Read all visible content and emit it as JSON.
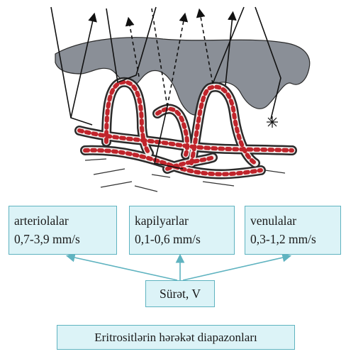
{
  "boxes": {
    "arterioles": {
      "title": "arteriolalar",
      "range": "0,7-3,9 mm/s"
    },
    "capillaries": {
      "title": "kapilyarlar",
      "range": "0,1-0,6 mm/s"
    },
    "venules": {
      "title": "venulalar",
      "range": "0,3-1,2 mm/s"
    }
  },
  "speed_label": "Sürət, V",
  "caption": "Eritrositlərin hərəkət diapazonları",
  "colors": {
    "box_fill": "#dcf3f7",
    "box_border": "#5fb3c0",
    "tissue_gray": "#8a8f97",
    "vessel_red": "#c0242b",
    "arrow_teal": "#5fb3c0"
  }
}
